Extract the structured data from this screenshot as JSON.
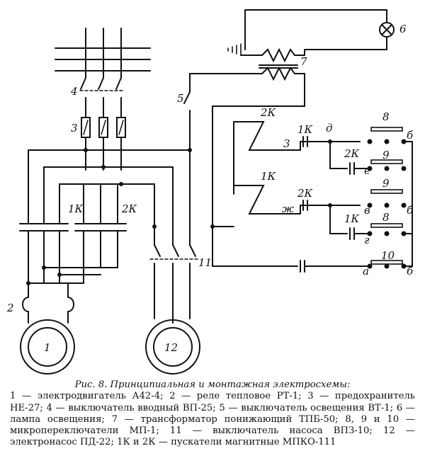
{
  "diagram": {
    "labels": {
      "n1": "1",
      "n2": "2",
      "n3": "3",
      "n4": "4",
      "n5": "5",
      "n6": "6",
      "n7": "7",
      "n8a": "8",
      "n8b": "8",
      "n9a": "9",
      "n9b": "9",
      "n10": "10",
      "n11": "11",
      "n12": "12",
      "k1_top": "1К",
      "k2_top": "2К",
      "k2_coil": "2К",
      "k1_coil": "1К",
      "k1_contact_upper": "1К",
      "k2_contact_upper": "2К",
      "k2_contact_right": "2К",
      "k1_contact_right": "1К",
      "lbl_3": "3",
      "lbl_d": "д",
      "lbl_zh": "ж",
      "lbl_b1": "б",
      "lbl_b2": "б",
      "lbl_b3": "б",
      "lbl_e": "е",
      "lbl_v": "в",
      "lbl_g": "г",
      "lbl_a": "а"
    }
  },
  "caption": {
    "title": "Рис. 8. Принципиальная и монтажная электросхемы:",
    "body": "1 — электродвигатель А42-4; 2 — реле тепловое РТ-1; 3 — предохранитель НЕ-27; 4 — выключатель вводный ВП-25; 5 — выключатель освещения ВТ-1; 6 — лампа освещения; 7 — трансформатор понижающий ТПБ-50; 8, 9 и 10 — микропереключатели МП-1; 11 — выключатель насоса ВПЗ-10; 12 — электронасос ПД-22; 1К и 2К — пускатели магнитные МПКО-111"
  }
}
